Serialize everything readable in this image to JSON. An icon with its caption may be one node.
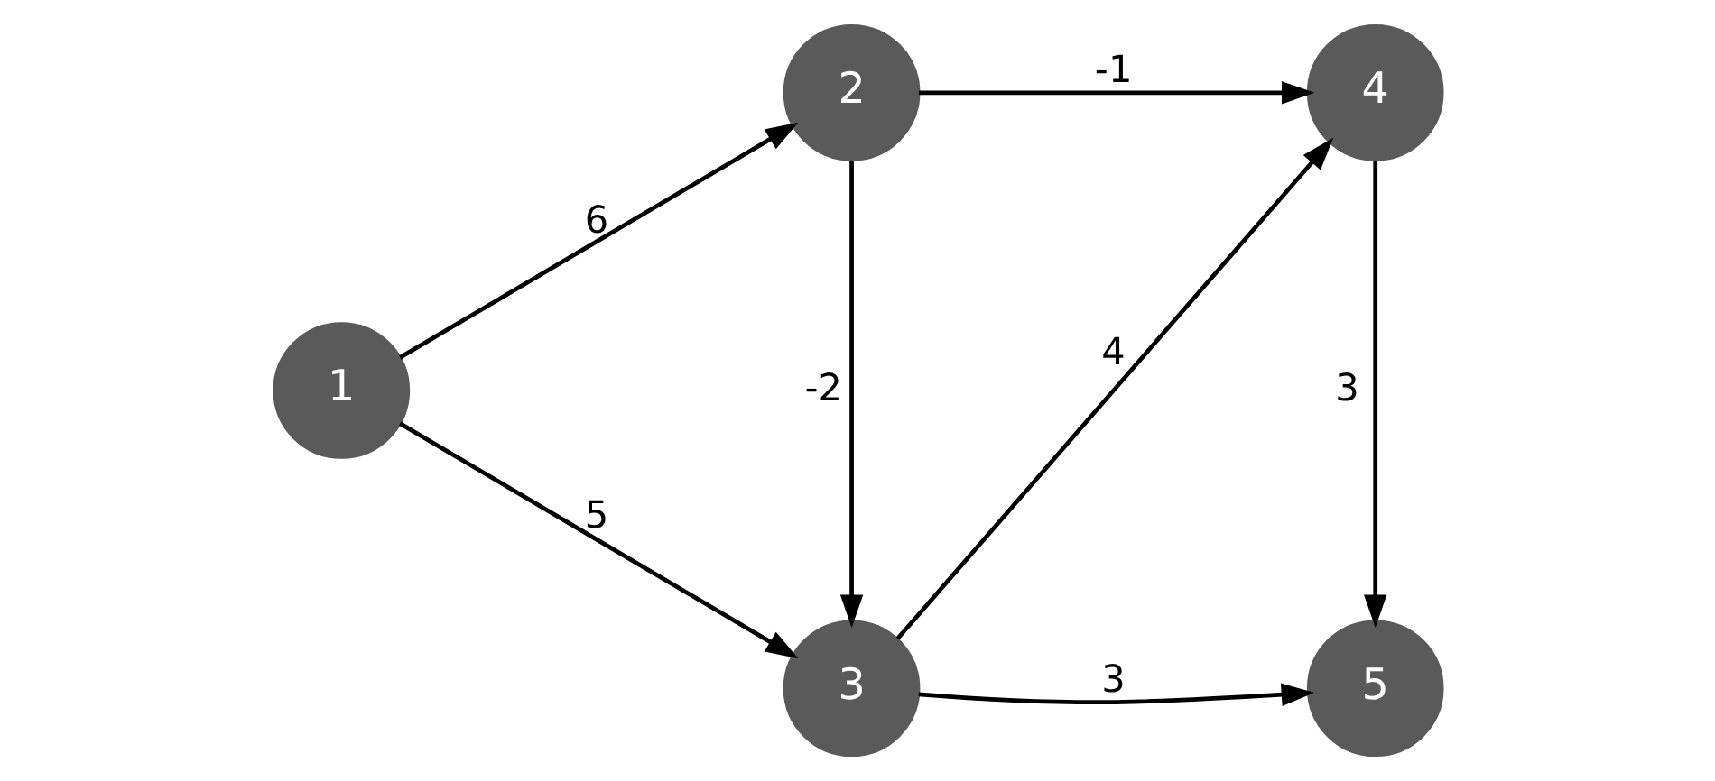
{
  "diagram": {
    "nodes": [
      {
        "text": [
          "1"
        ]
      },
      {
        "text": [
          "2"
        ]
      },
      {
        "text": [
          "3"
        ]
      },
      {
        "text": [
          "4"
        ]
      },
      {
        "text": [
          "5"
        ]
      }
    ],
    "edges": [
      {
        "from": 0,
        "to": 1,
        "arrow": "to",
        "label": "6"
      },
      {
        "from": 0,
        "to": 2,
        "arrow": "to",
        "label": "5"
      },
      {
        "from": 1,
        "to": 3,
        "arrow": "to",
        "label": "-1"
      },
      {
        "from": 1,
        "to": 2,
        "arrow": "to",
        "label": "-2"
      },
      {
        "from": 2,
        "to": 3,
        "arrow": "to",
        "label": "4"
      },
      {
        "from": 3,
        "to": 4,
        "arrow": "to",
        "label": "3"
      },
      {
        "from": 2,
        "to": 4,
        "arrow": "to",
        "label": "3"
      }
    ]
  }
}
